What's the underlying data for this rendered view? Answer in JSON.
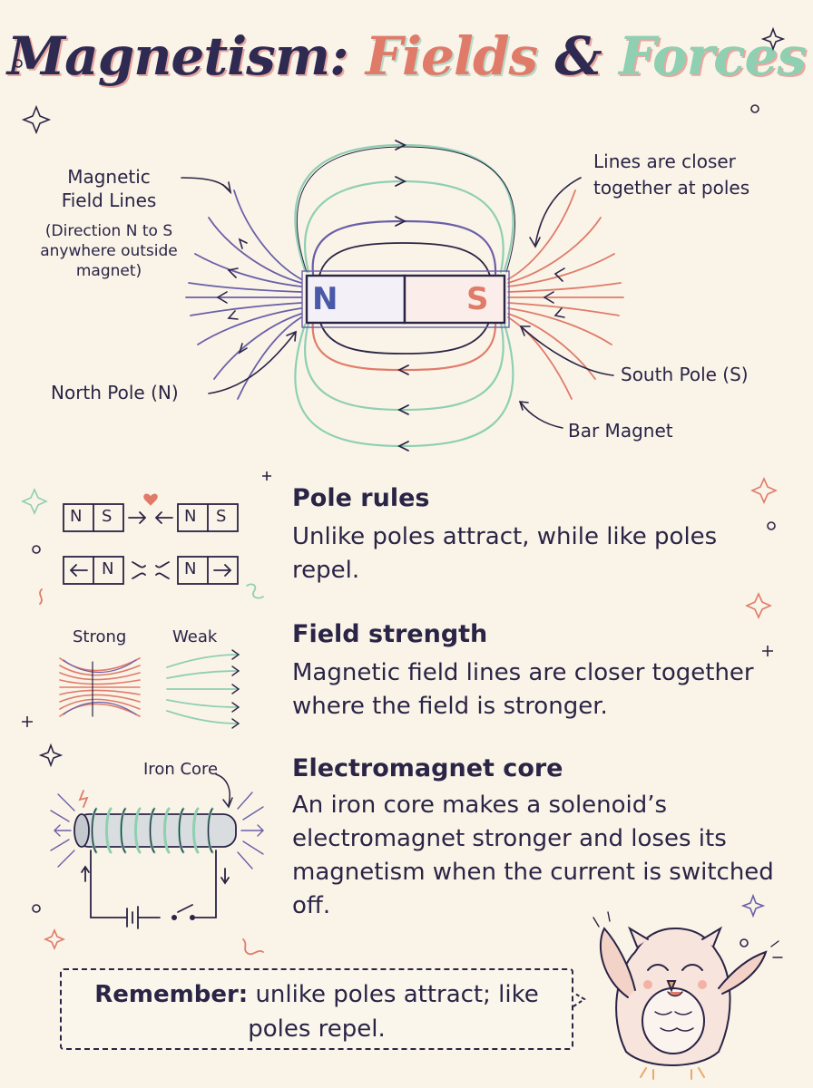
{
  "title": {
    "part1": "Magnetism:",
    "part2": "Fields",
    "part3": "&",
    "part4": "Forces"
  },
  "diagram": {
    "field_lines_label": [
      "Magnetic",
      "Field Lines"
    ],
    "field_lines_note": [
      "(Direction N to S",
      "anywhere outside",
      "magnet)"
    ],
    "closer_label": [
      "Lines are closer",
      "together at poles"
    ],
    "north_pole_label": "North Pole (N)",
    "south_pole_label": "South Pole (S)",
    "bar_magnet_label": "Bar Magnet",
    "magnet_n": "N",
    "magnet_s": "S"
  },
  "sections": [
    {
      "heading": "Pole rules",
      "body": "Unlike poles attract, while like poles repel."
    },
    {
      "heading": "Field strength",
      "body": "Magnetic field lines are closer together where the field is stronger."
    },
    {
      "heading": "Electromagnet core",
      "body": "An iron core makes a solenoid’s electromagnet stronger and loses its magnetism when the current is switched off."
    }
  ],
  "mini": {
    "strong_label": "Strong",
    "weak_label": "Weak",
    "iron_core_label": "Iron Core",
    "mag1": [
      "N",
      "S"
    ],
    "mag2": [
      "N",
      "S"
    ],
    "mag3": [
      "N"
    ],
    "mag4": [
      "N"
    ]
  },
  "callout": {
    "bold": "Remember:",
    "text": "unlike poles attract; like poles repel."
  },
  "colors": {
    "navy": "#2a2446",
    "coral": "#e07b69",
    "mint": "#8fcfb2",
    "purple": "#6a5fa8",
    "background": "#faf4e8"
  }
}
